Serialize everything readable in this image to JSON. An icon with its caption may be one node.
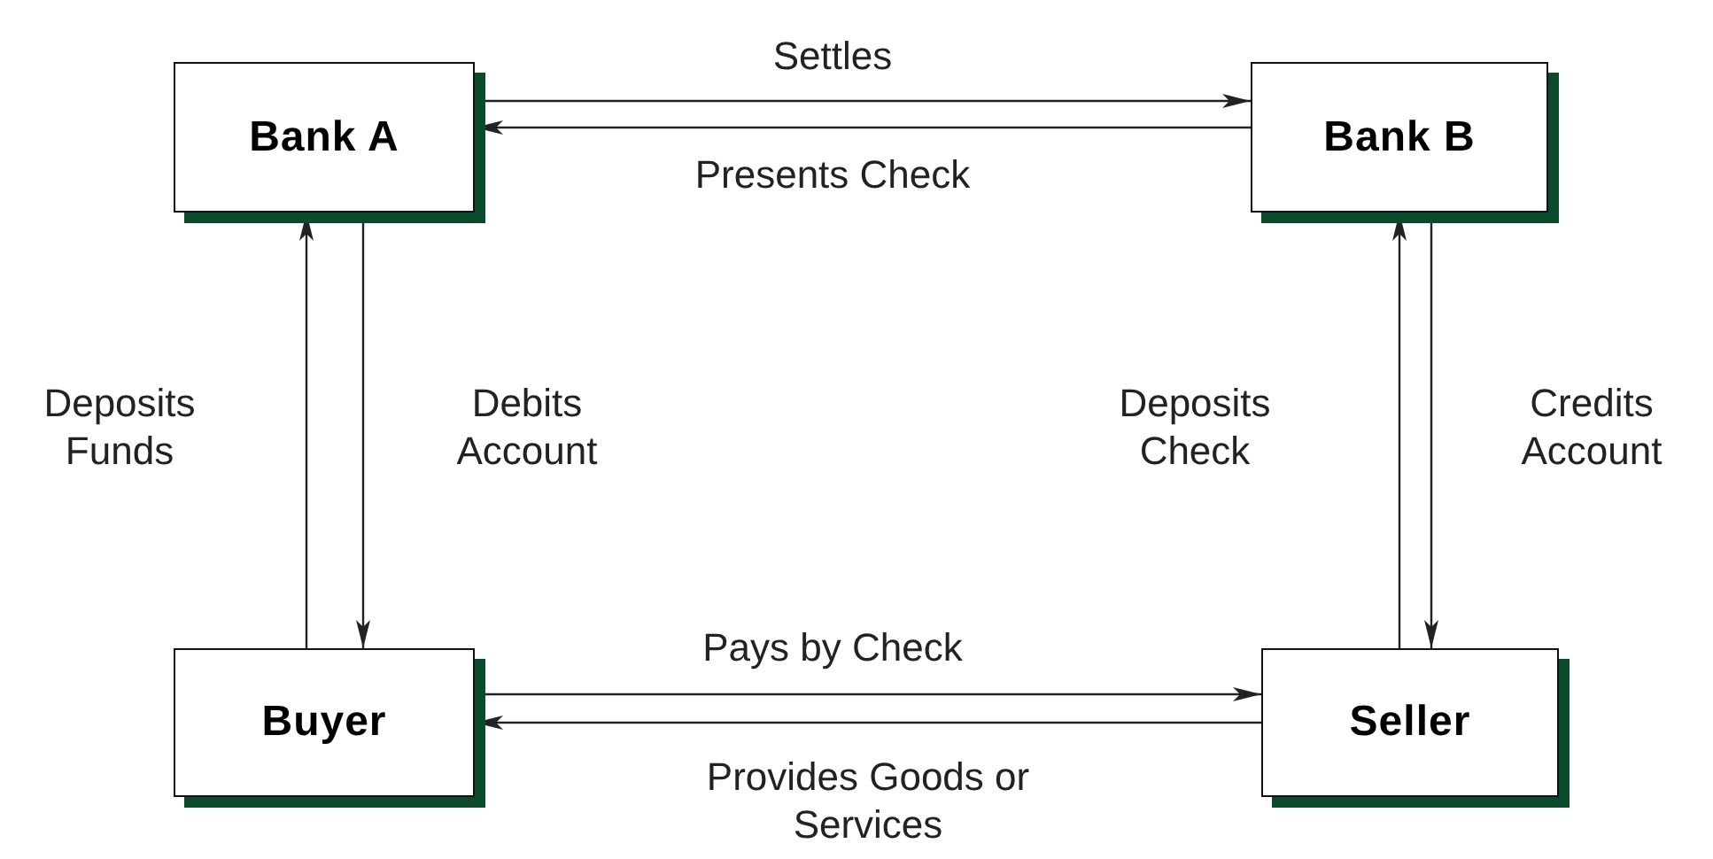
{
  "diagram": {
    "nodes": [
      {
        "text": [
          "Bank A"
        ]
      },
      {
        "text": [
          "Bank B"
        ]
      },
      {
        "text": [
          "Buyer"
        ]
      },
      {
        "text": [
          "Seller"
        ]
      }
    ],
    "edges": [
      {
        "from": 0,
        "to": 1,
        "arrow": "to",
        "label": "Settles"
      },
      {
        "from": 1,
        "to": 0,
        "arrow": "to",
        "label": "Presents Check"
      },
      {
        "from": 2,
        "to": 0,
        "arrow": "to",
        "label": "Deposits Funds"
      },
      {
        "from": 0,
        "to": 2,
        "arrow": "to",
        "label": "Debits Account"
      },
      {
        "from": 3,
        "to": 1,
        "arrow": "to",
        "label": "Deposits Check"
      },
      {
        "from": 1,
        "to": 3,
        "arrow": "to",
        "label": "Credits Account"
      },
      {
        "from": 2,
        "to": 3,
        "arrow": "to",
        "label": "Pays by Check"
      },
      {
        "from": 3,
        "to": 2,
        "arrow": "to",
        "label": "Provides Goods or Services"
      }
    ]
  }
}
